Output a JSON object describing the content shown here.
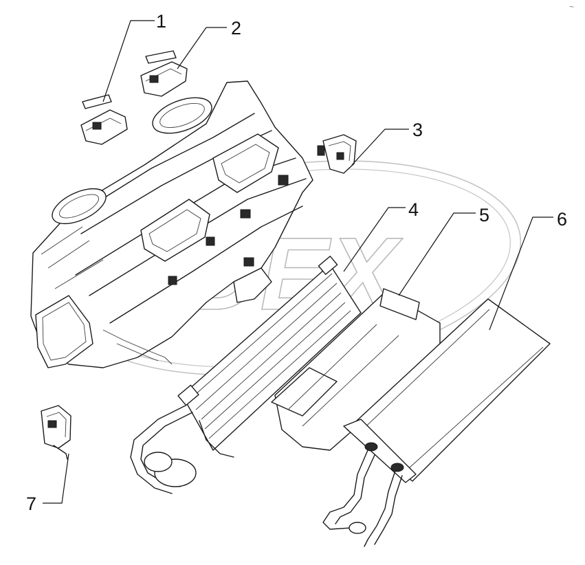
{
  "diagram": {
    "callouts": [
      {
        "id": "1",
        "label": "1"
      },
      {
        "id": "2",
        "label": "2"
      },
      {
        "id": "3",
        "label": "3"
      },
      {
        "id": "4",
        "label": "4"
      },
      {
        "id": "5",
        "label": "5"
      },
      {
        "id": "6",
        "label": "6"
      },
      {
        "id": "7",
        "label": "7"
      }
    ],
    "watermark": "DEX",
    "corner_mark": "~"
  }
}
